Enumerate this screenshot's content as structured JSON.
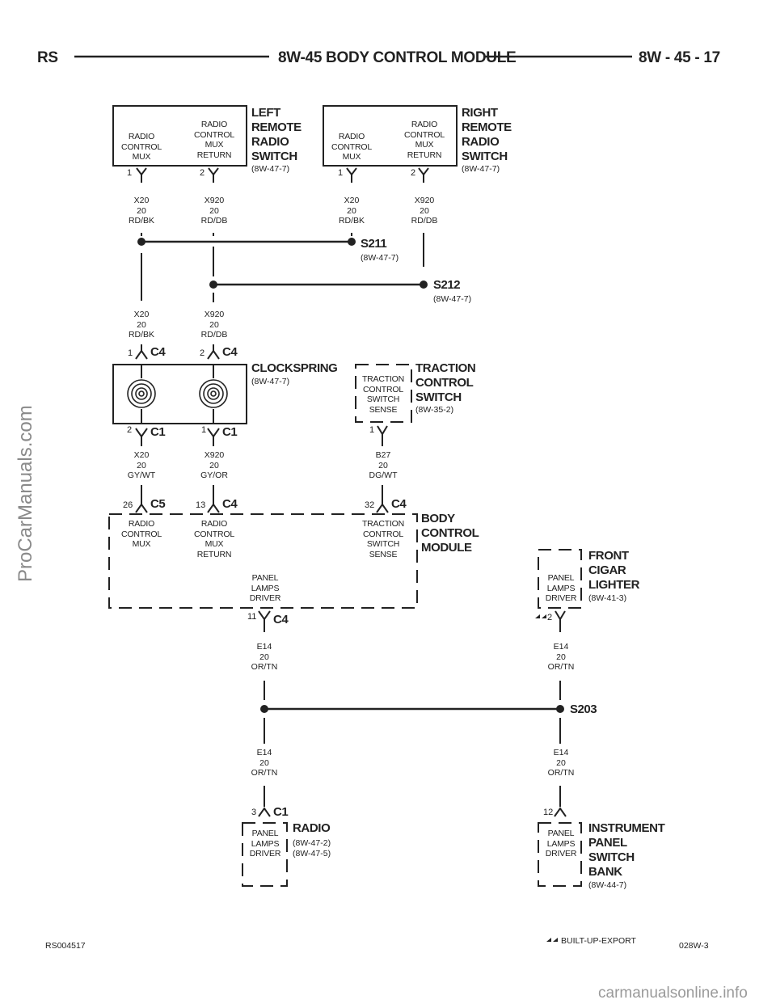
{
  "header": {
    "left": "RS",
    "title": "8W-45 BODY CONTROL MODULE",
    "page": "8W - 45 - 17"
  },
  "left_switch": {
    "name": "LEFT\nREMOTE\nRADIO\nSWITCH",
    "ref": "(8W-47-7)",
    "pin1_label": "RADIO\nCONTROL\nMUX",
    "pin2_label": "RADIO\nCONTROL\nMUX\nRETURN",
    "pin1": "1",
    "pin2": "2"
  },
  "right_switch": {
    "name": "RIGHT\nREMOTE\nRADIO\nSWITCH",
    "ref": "(8W-47-7)",
    "pin1_label": "RADIO\nCONTROL\nMUX",
    "pin2_label": "RADIO\nCONTROL\nMUX\nRETURN",
    "pin1": "1",
    "pin2": "2"
  },
  "wires": {
    "x20_rdbk": "X20\n20\nRD/BK",
    "x920_rddb": "X920\n20\nRD/DB",
    "x20_gywt": "X20\n20\nGY/WT",
    "x920_gyor": "X920\n20\nGY/OR",
    "b27_dgwt": "B27\n20\nDG/WT",
    "e14_ortn": "E14\n20\nOR/TN"
  },
  "splices": {
    "s211": "S211",
    "s211_ref": "(8W-47-7)",
    "s212": "S212",
    "s212_ref": "(8W-47-7)",
    "s203": "S203"
  },
  "clockspring": {
    "name": "CLOCKSPRING",
    "ref": "(8W-47-7)",
    "top_pin1": "1",
    "top_pin2": "2",
    "top_conn": "C4",
    "bot_pin1": "2",
    "bot_pin2": "1",
    "bot_conn": "C1"
  },
  "traction_switch": {
    "name": "TRACTION\nCONTROL\nSWITCH",
    "ref": "(8W-35-2)",
    "inner": "TRACTION\nCONTROL\nSWITCH\nSENSE",
    "pin": "1"
  },
  "bcm": {
    "name": "BODY\nCONTROL\nMODULE",
    "pin26": "26",
    "c5": "C5",
    "pin13": "13",
    "c4": "C4",
    "pin32": "32",
    "pin11": "11",
    "radio_mux": "RADIO\nCONTROL\nMUX",
    "radio_mux_ret": "RADIO\nCONTROL\nMUX\nRETURN",
    "tc_sense": "TRACTION\nCONTROL\nSWITCH\nSENSE",
    "panel_lamps": "PANEL\nLAMPS\nDRIVER"
  },
  "cigar": {
    "name": "FRONT\nCIGAR\nLIGHTER",
    "ref": "(8W-41-3)",
    "inner": "PANEL\nLAMPS\nDRIVER",
    "pin": "2"
  },
  "radio": {
    "name": "RADIO",
    "ref": "(8W-47-2)\n(8W-47-5)",
    "inner": "PANEL\nLAMPS\nDRIVER",
    "pin": "3",
    "conn": "C1"
  },
  "ipsb": {
    "name": "INSTRUMENT\nPANEL\nSWITCH\nBANK",
    "ref": "(8W-44-7)",
    "inner": "PANEL\nLAMPS\nDRIVER",
    "pin": "12"
  },
  "footer": {
    "left": "RS004517",
    "legend": "BUILT-UP-EXPORT",
    "right": "028W-3"
  },
  "watermark": {
    "side": "ProCarManuals.com",
    "bottom": "carmanualsonline.info"
  }
}
